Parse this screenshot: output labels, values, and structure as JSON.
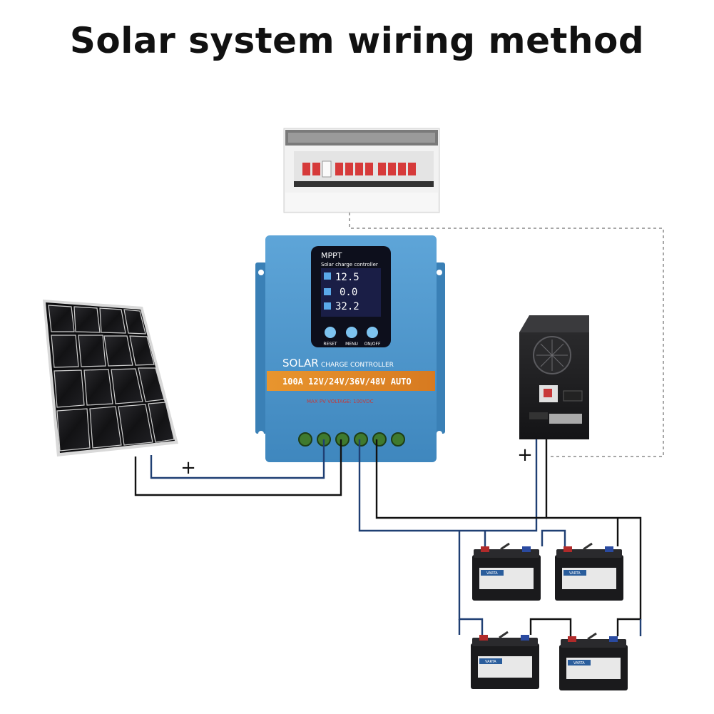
{
  "title": "Solar system wiring method",
  "controller": {
    "lcd_title": "MPPT",
    "lcd_subtitle": "Solar charge controller",
    "readout_1": "12.5",
    "readout_2": "0.0",
    "readout_3": "32.2",
    "button_reset": "RESET",
    "button_menu": "MENU",
    "button_onoff": "ON/OFF",
    "brand_solar": "SOLAR",
    "brand_line": "CHARGE CONTROLLER",
    "spec_band": "100A 12V/24V/36V/48V AUTO",
    "max_line": "MAX PV VOLTAGE: 100VDC"
  },
  "battery_brand": "VARTA",
  "plus_symbol": "+",
  "colors": {
    "controller_blue": "#4a92c6",
    "spec_band": "#e08a2a",
    "wire_blue": "#1f3f73",
    "wire_black": "#111111",
    "lcd_bg": "#0d0f1c"
  },
  "icons": [
    "solar-panel-icon",
    "controller-icon",
    "breaker-box-icon",
    "inverter-icon",
    "battery-icon"
  ]
}
